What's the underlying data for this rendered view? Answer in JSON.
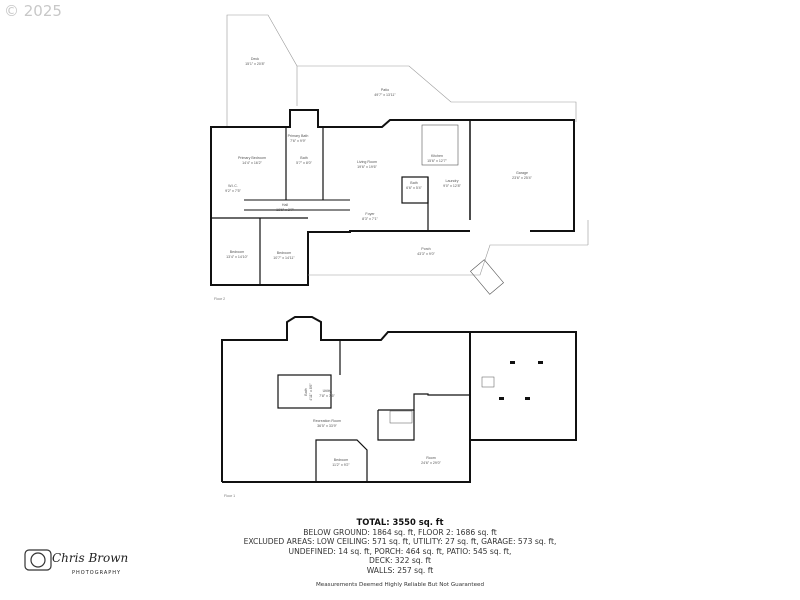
{
  "copyright": "© 2025",
  "floor2": {
    "label": "Floor 2",
    "rooms": [
      {
        "name": "Deck",
        "dims": "15'1\" x 20'8\""
      },
      {
        "name": "Patio",
        "dims": "49'7\" x 13'11\""
      },
      {
        "name": "Primary Bath",
        "dims": "7'6\" x 9'9\""
      },
      {
        "name": "Primary Bedroom",
        "dims": "14'4\" x 16'2\""
      },
      {
        "name": "Bath",
        "dims": "5'7\" x 8'0\""
      },
      {
        "name": "Living Room",
        "dims": "19'6\" x 19'6\""
      },
      {
        "name": "Kitchen",
        "dims": "15'6\" x 12'7\""
      },
      {
        "name": "W.I.C.",
        "dims": "9'2\" x 7'5\""
      },
      {
        "name": "Hall",
        "dims": "18'6\" x 3'7\""
      },
      {
        "name": "Bath",
        "dims": "6'6\" x 5'4\""
      },
      {
        "name": "Laundry",
        "dims": "9'0\" x 12'8\""
      },
      {
        "name": "Garage",
        "dims": "23'6\" x 25'4\""
      },
      {
        "name": "Foyer",
        "dims": "8'3\" x 7'1\""
      },
      {
        "name": "Bedroom",
        "dims": "13'4\" x 14'10\""
      },
      {
        "name": "Bedroom",
        "dims": "10'7\" x 14'11\""
      },
      {
        "name": "Porch",
        "dims": "43'3\" x 9'0\""
      }
    ]
  },
  "floor1": {
    "label": "Floor 1",
    "rooms": [
      {
        "name": "Bath",
        "dims": "4'11\" x 8'6\""
      },
      {
        "name": "Utility",
        "dims": "7'8\" x 7'5\""
      },
      {
        "name": "Recreation Room",
        "dims": "36'5\" x 33'9\""
      },
      {
        "name": "Bedroom",
        "dims": "11'2\" x 9'2\""
      },
      {
        "name": "Room",
        "dims": "24'6\" x 29'0\""
      }
    ]
  },
  "summary": {
    "total": "TOTAL: 3550 sq. ft",
    "lines": [
      "BELOW GROUND: 1864 sq. ft, FLOOR 2: 1686 sq. ft",
      "EXCLUDED AREAS: LOW CEILING: 571 sq. ft, UTILITY: 27 sq. ft, GARAGE: 573 sq. ft,",
      "UNDEFINED: 14 sq. ft, PORCH: 464 sq. ft, PATIO: 545 sq. ft,",
      "DECK: 322 sq. ft",
      "WALLS: 257 sq. ft"
    ],
    "note": "Measurements Deemed Highly Reliable But Not Guaranteed"
  },
  "logo": {
    "name": "Chris Brown",
    "sub": "PHOTOGRAPHY"
  }
}
